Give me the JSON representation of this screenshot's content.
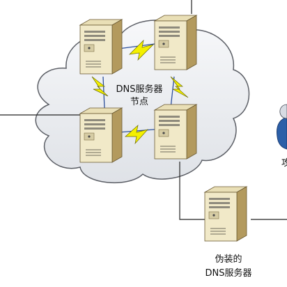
{
  "labels": {
    "cluster_line1": "DNS服务器",
    "cluster_line2": "节点",
    "fake_line1": "伪装的",
    "fake_line2": "DNS服务器",
    "edge_char": "攻"
  },
  "colors": {
    "cloud_fill": "#e9ebef",
    "cloud_stroke": "#5c5f66",
    "server_front": "#f0e8c6",
    "server_side": "#b59c62",
    "server_top": "#e7dcb0",
    "lightning": "#f4f000",
    "link_blue": "#2c4f9a",
    "line": "#222222",
    "person": "#2c5fa8"
  }
}
